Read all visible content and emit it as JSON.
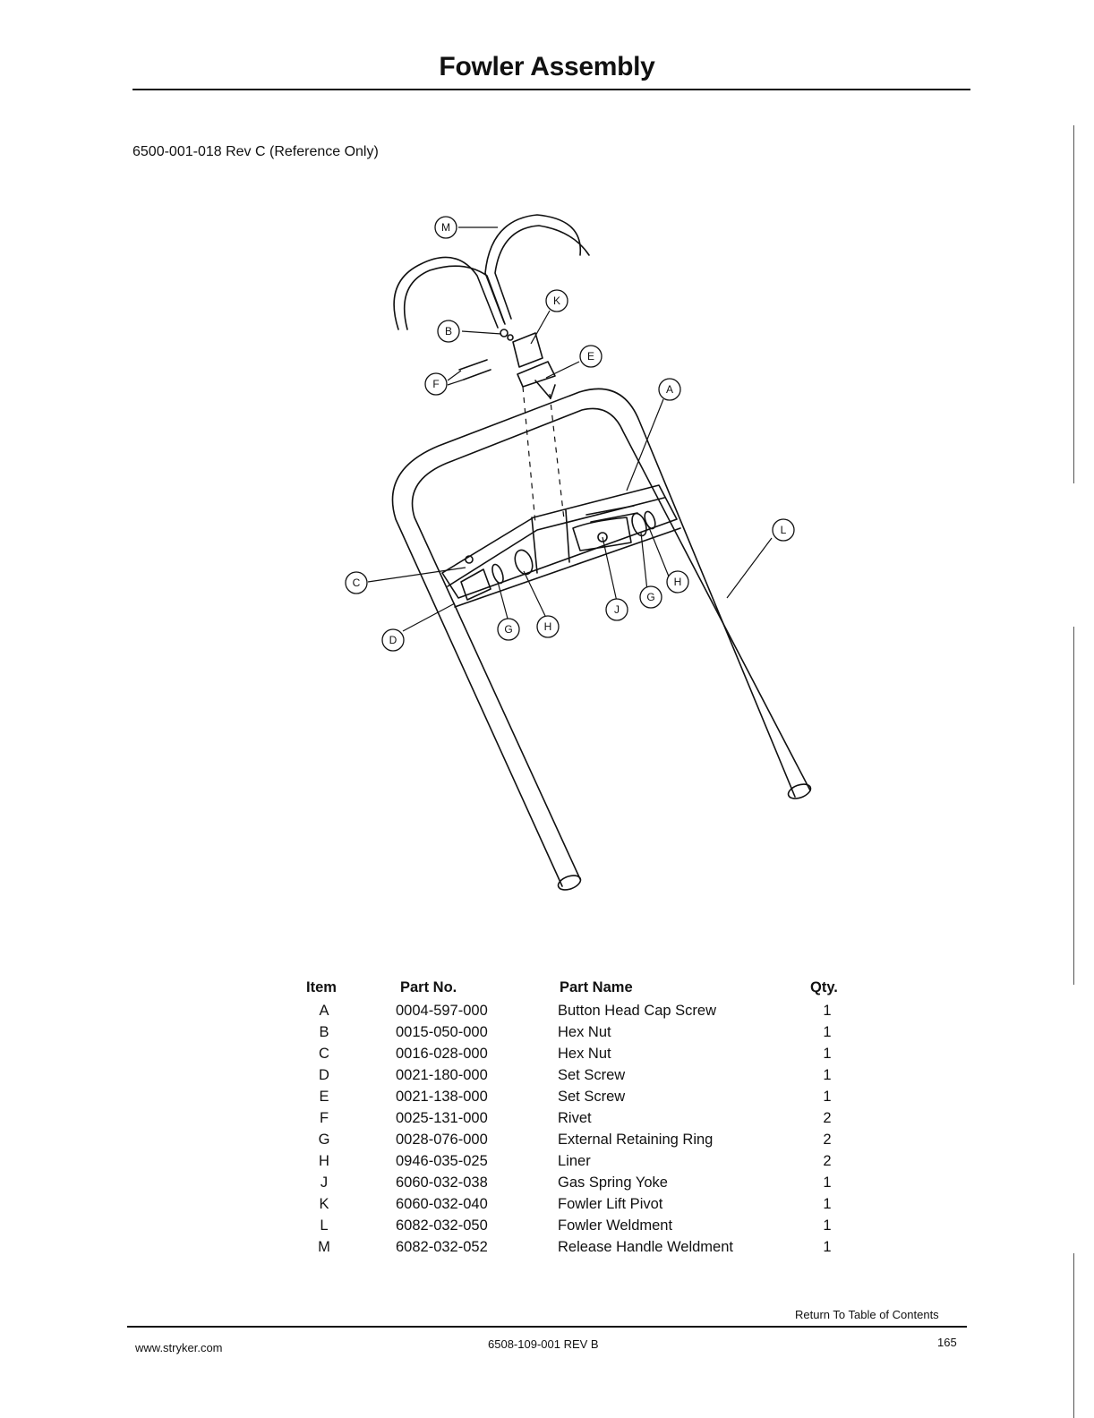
{
  "page": {
    "title": "Fowler Assembly",
    "reference": "6500-001-018 Rev C (Reference Only)"
  },
  "callouts": [
    "M",
    "K",
    "B",
    "E",
    "F",
    "A",
    "L",
    "C",
    "H",
    "G",
    "J",
    "D"
  ],
  "parts_table": {
    "headers": {
      "item": "Item",
      "part_no": "Part No.",
      "part_name": "Part Name",
      "qty": "Qty."
    },
    "rows": [
      {
        "item": "A",
        "part_no": "0004-597-000",
        "part_name": "Button Head Cap Screw",
        "qty": "1"
      },
      {
        "item": "B",
        "part_no": "0015-050-000",
        "part_name": "Hex Nut",
        "qty": "1"
      },
      {
        "item": "C",
        "part_no": "0016-028-000",
        "part_name": "Hex Nut",
        "qty": "1"
      },
      {
        "item": "D",
        "part_no": "0021-180-000",
        "part_name": "Set Screw",
        "qty": "1"
      },
      {
        "item": "E",
        "part_no": "0021-138-000",
        "part_name": "Set Screw",
        "qty": "1"
      },
      {
        "item": "F",
        "part_no": "0025-131-000",
        "part_name": "Rivet",
        "qty": "2"
      },
      {
        "item": "G",
        "part_no": "0028-076-000",
        "part_name": "External Retaining Ring",
        "qty": "2"
      },
      {
        "item": "H",
        "part_no": "0946-035-025",
        "part_name": "Liner",
        "qty": "2"
      },
      {
        "item": "J",
        "part_no": "6060-032-038",
        "part_name": "Gas Spring Yoke",
        "qty": "1"
      },
      {
        "item": "K",
        "part_no": "6060-032-040",
        "part_name": "Fowler Lift Pivot",
        "qty": "1"
      },
      {
        "item": "L",
        "part_no": "6082-032-050",
        "part_name": "Fowler Weldment",
        "qty": "1"
      },
      {
        "item": "M",
        "part_no": "6082-032-052",
        "part_name": "Release Handle Weldment",
        "qty": "1"
      }
    ]
  },
  "footer": {
    "return_link": "Return To Table of Contents",
    "website": "www.stryker.com",
    "doc_number": "6508-109-001 REV B",
    "page_number": "165"
  }
}
